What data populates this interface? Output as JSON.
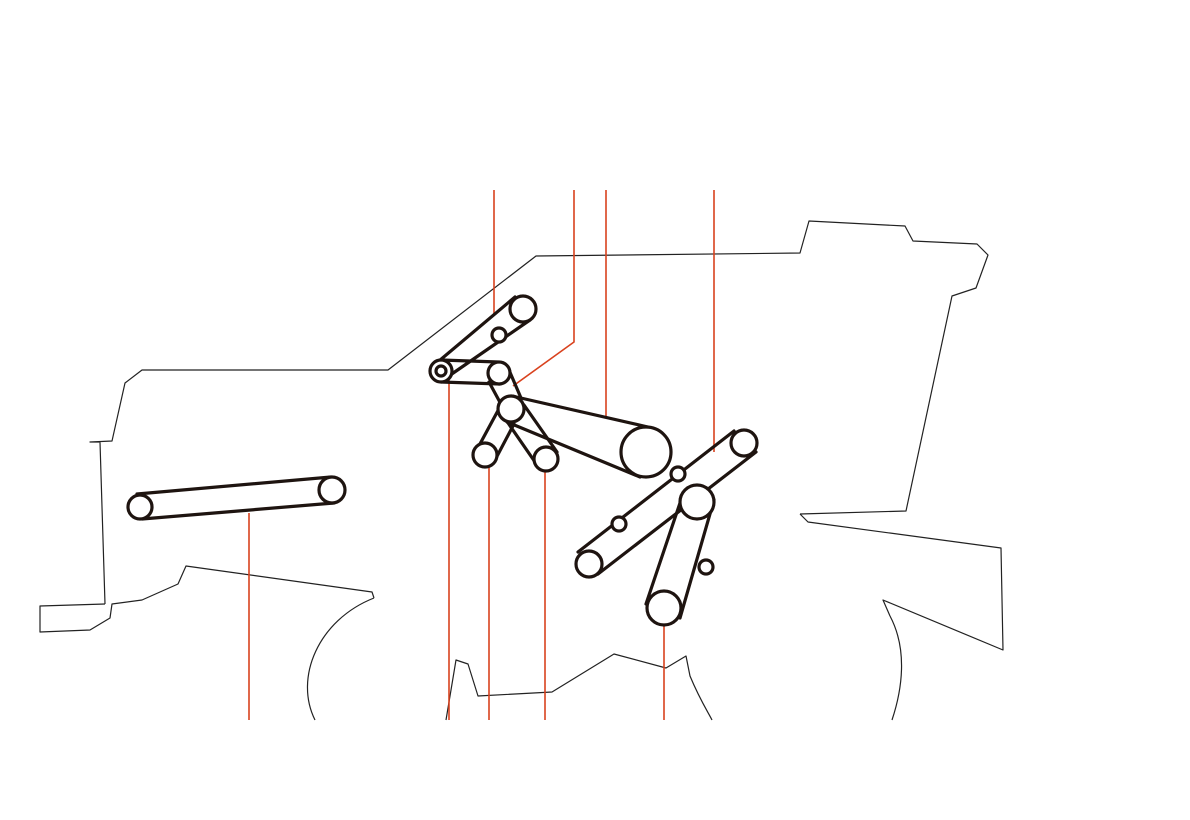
{
  "diagram": {
    "title": "",
    "top_labels": [
      {
        "id": "belt-upper-left",
        "text": "",
        "color": "#ffffff"
      },
      {
        "id": "belt-center",
        "text": "",
        "color": "#ffffff"
      },
      {
        "id": "belt-center-right",
        "text": "",
        "color": "#ffffff"
      },
      {
        "id": "belt-right",
        "text": "",
        "color": "#ffffff"
      }
    ],
    "bottom_labels": [
      {
        "id": "belt-header",
        "text": "",
        "color": "#ffffff"
      },
      {
        "id": "belt-lower-left-a",
        "text": "",
        "color": "#ffffff"
      },
      {
        "id": "belt-lower-left-b",
        "text": "",
        "color": "#ffffff"
      },
      {
        "id": "belt-lower-center",
        "text": "",
        "color": "#ffffff"
      },
      {
        "id": "belt-lower-right",
        "text": "",
        "color": "#ffffff"
      }
    ]
  },
  "colors": {
    "background": "#ffffff",
    "outline": "#222222",
    "belt": "#1e1410",
    "leader": "#d9421e",
    "pulley_fill": "#ffffff"
  }
}
